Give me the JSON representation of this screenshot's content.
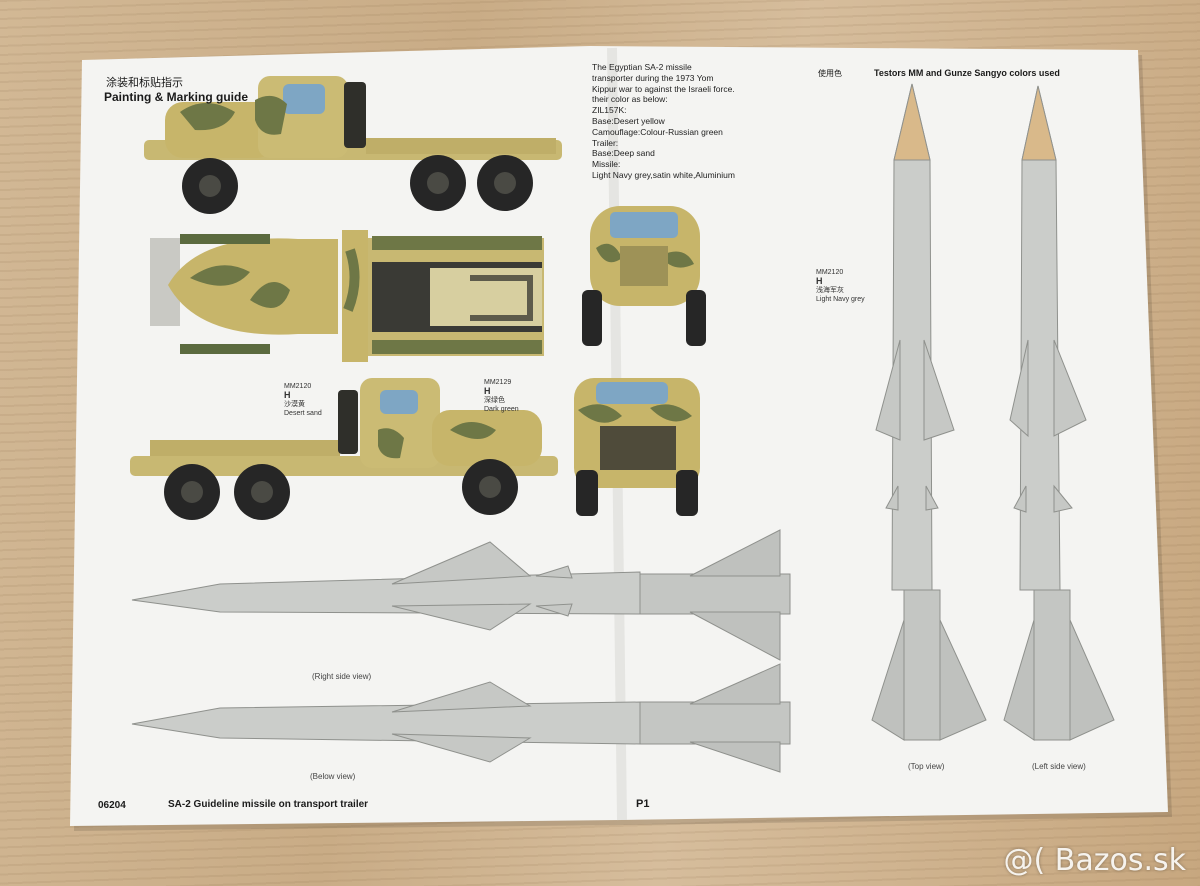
{
  "sheet": {
    "cjk_title": "涂装和标贴指示",
    "title": "Painting & Marking guide",
    "intro_lines": [
      "The Egyptian SA-2 missile",
      "transporter during the 1973 Yom",
      "Kippur war to against the Israeli force.",
      "their color as below:",
      "ZIL157K:",
      "Base:Desert yellow",
      "Camouflage:Colour-Russian green",
      "Trailer:",
      "Base:Deep sand",
      "Missile:",
      "Light Navy grey,satin white,Aluminium"
    ],
    "cjk_colors": "使用色",
    "colors_header": "Testors MM and Gunze Sangyo colors used",
    "paint_codes": [
      {
        "code": "MM2120",
        "h": "H",
        "name_cjk": "沙漠黄",
        "name": "Desert sand"
      },
      {
        "code": "MM2129",
        "h": "H",
        "name_cjk": "深绿色",
        "name": "Dark green"
      },
      {
        "code": "MM2120",
        "h": "H",
        "name_cjk": "浅海军灰",
        "name": "Light Navy grey"
      }
    ],
    "view_labels": {
      "right_side": "(Right side view)",
      "below": "(Below view)",
      "top": "(Top view)",
      "left_side": "(Left side view)"
    },
    "footer": {
      "kit_number": "06204",
      "kit_title": "SA-2  Guideline missile on transport trailer",
      "page": "P1"
    }
  },
  "watermark": "@( Bazos.sk",
  "colors": {
    "paper": "#f4f4f2",
    "desert_sand": "#c7b56a",
    "dark_green": "#6e7746",
    "missile_grey": "#c9cbc8",
    "table_wood": "#cdb08b"
  }
}
